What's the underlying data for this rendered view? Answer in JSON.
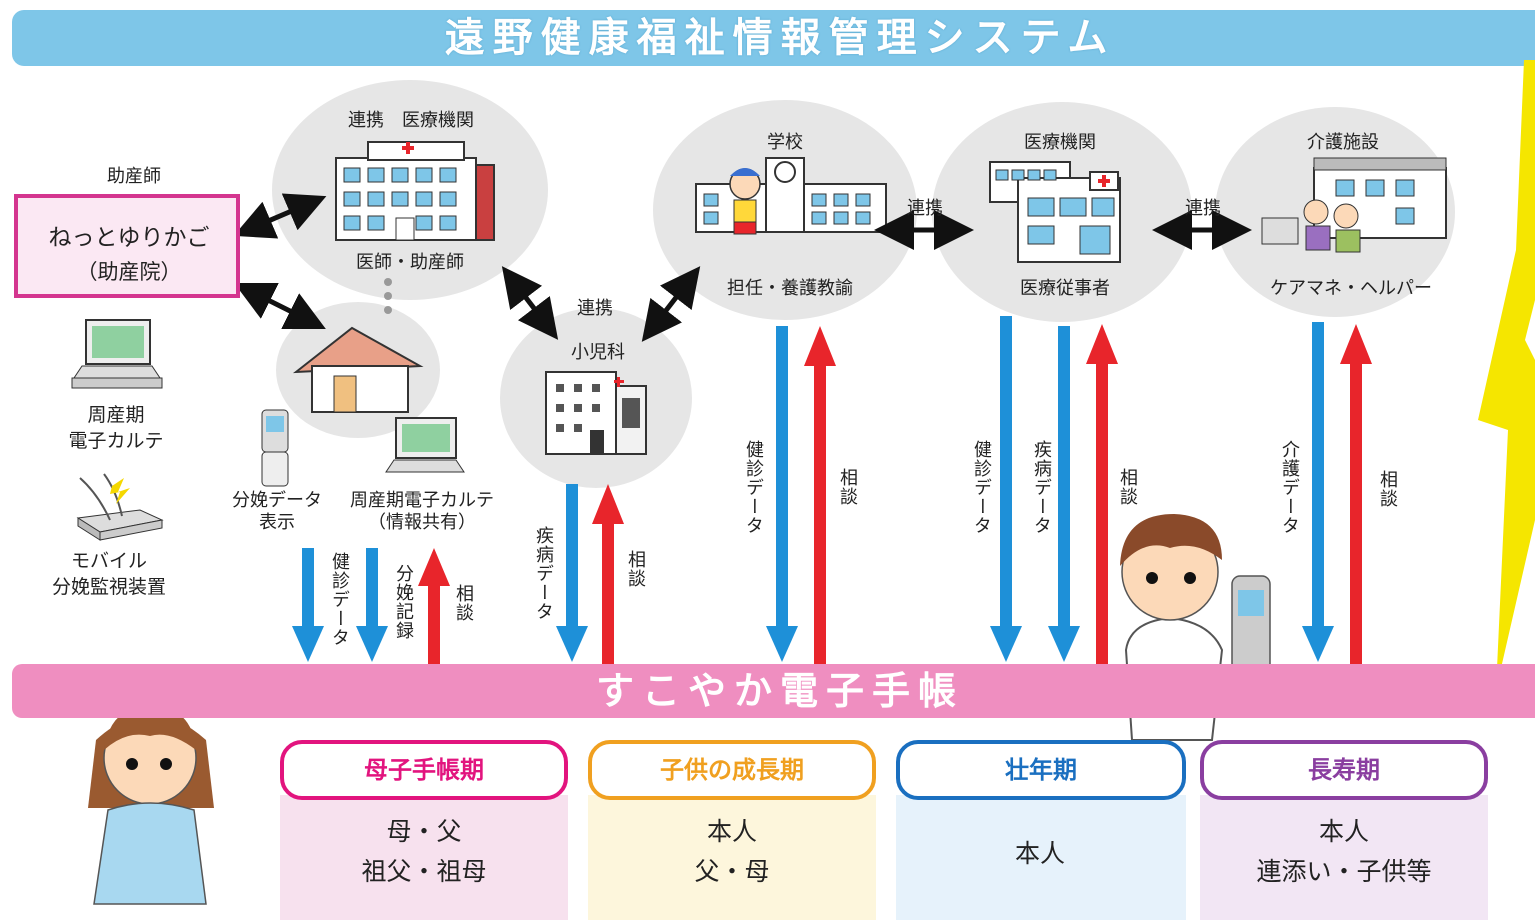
{
  "title": "遠野健康福祉情報管理システム",
  "bottom_bar": "すこやか電子手帳",
  "midwife": {
    "caption": "助産師",
    "name": "ねっとゆりかご",
    "sub": "（助産院）"
  },
  "devices": {
    "perinatal_ekarte": [
      "周産期",
      "電子カルテ"
    ],
    "mobile_monitor": [
      "モバイル",
      "分娩監視装置"
    ]
  },
  "nodes": {
    "hospital1": {
      "top": "連携　医療機関",
      "bottom": "医師・助産師"
    },
    "pediatrics": {
      "top": "小児科"
    },
    "school": {
      "top": "学校",
      "bottom": "担任・養護教諭"
    },
    "hospital2": {
      "top": "医療機関",
      "bottom": "医療従事者"
    },
    "care": {
      "top": "介護施設",
      "bottom": "ケアマネ・ヘルパー"
    }
  },
  "links": {
    "center": "連携",
    "school_hospital": "連携",
    "hospital_care": "連携"
  },
  "home_labels": {
    "delivery_display": [
      "分娩データ",
      "表示"
    ],
    "ekarte_share": [
      "周産期電子カルテ",
      "（情報共有）"
    ]
  },
  "arrow_labels": {
    "a1": "健診データ",
    "a2": "分娩記録",
    "a3": "相談",
    "a4": "疾病データ",
    "a5": "相談",
    "a6": "健診データ",
    "a7": "相談",
    "a8": "健診データ",
    "a9": "疾病データ",
    "a10": "相談",
    "a11": "介護データ",
    "a12": "相談"
  },
  "stages": [
    {
      "label": "母子手帳期",
      "people": [
        "母・父",
        "祖父・祖母"
      ]
    },
    {
      "label": "子供の成長期",
      "people": [
        "本人",
        "父・母"
      ]
    },
    {
      "label": "壮年期",
      "people": [
        "本人"
      ]
    },
    {
      "label": "長寿期",
      "people": [
        "本人",
        "連添い・子供等"
      ]
    }
  ],
  "colors": {
    "title_bar": "#7ec6e8",
    "bottom_bar": "#ef8ec0",
    "arrow_down": "#1e90d8",
    "arrow_up": "#e8252b",
    "stage1": "#e2147e",
    "stage2": "#f0a020",
    "stage3": "#1a6fc0",
    "stage4": "#8a3ea0"
  }
}
